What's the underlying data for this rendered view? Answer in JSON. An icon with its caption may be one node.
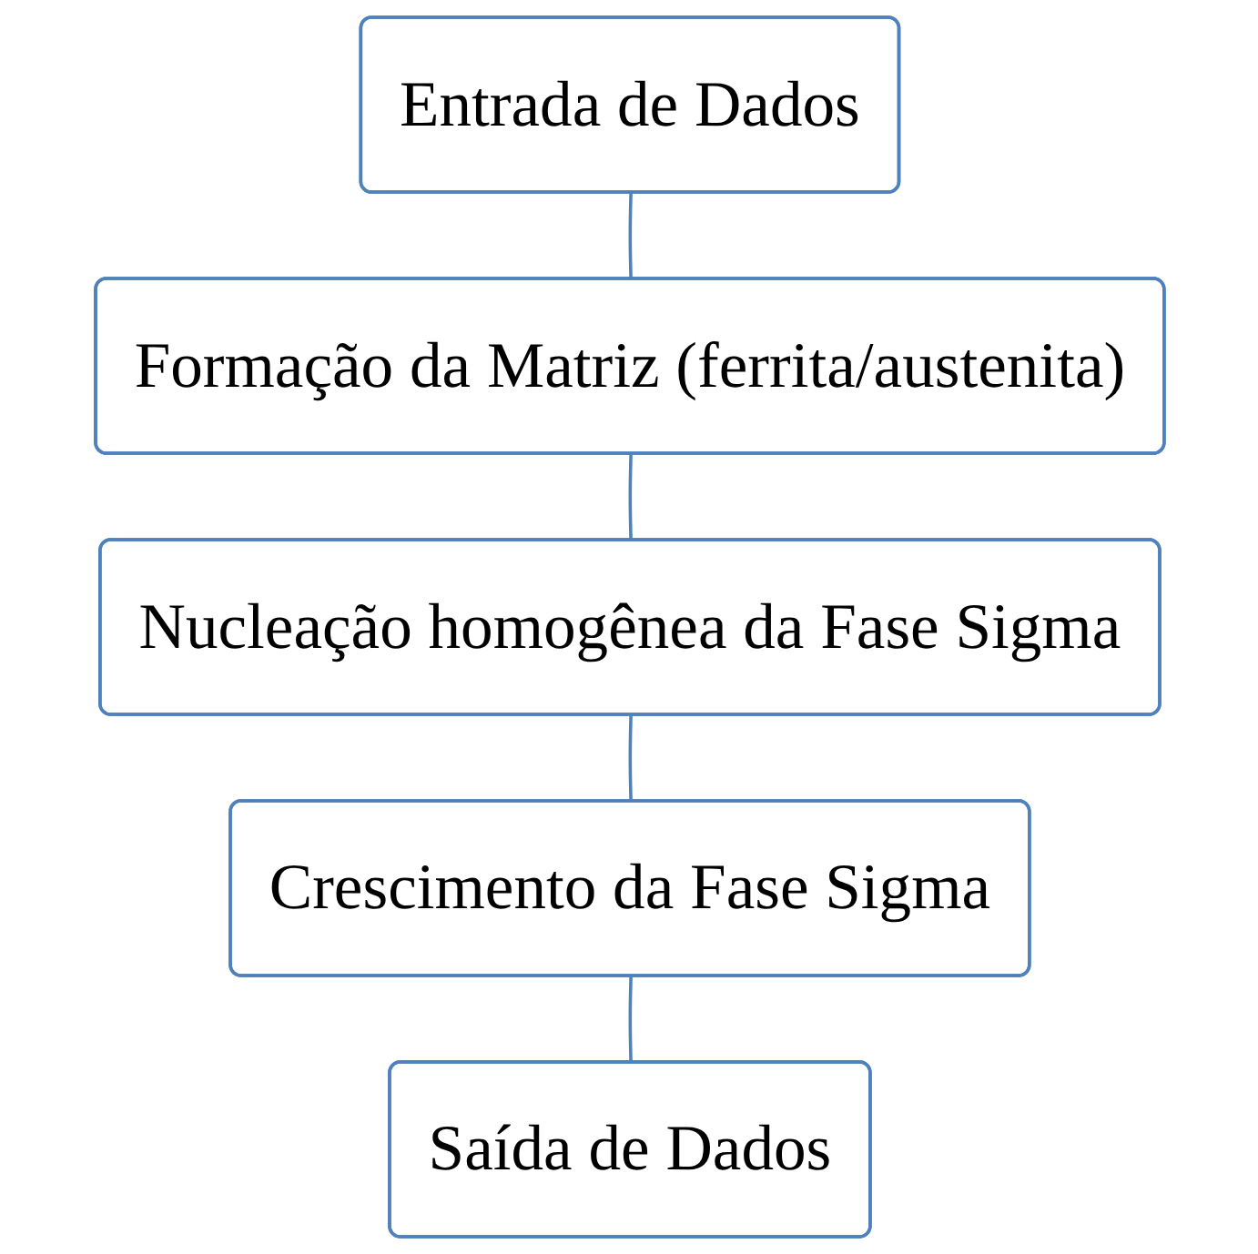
{
  "diagram": {
    "nodes": [
      {
        "text": [
          "Entrada de Dados"
        ]
      },
      {
        "text": [
          "Formação da Matriz (ferrita/austenita)"
        ]
      },
      {
        "text": [
          "Nucleação homogênea da Fase Sigma"
        ]
      },
      {
        "text": [
          "Crescimento da Fase Sigma"
        ]
      },
      {
        "text": [
          "Saída de Dados"
        ]
      }
    ],
    "edges": [
      {
        "from": 0,
        "to": 1,
        "arrow": "none"
      },
      {
        "from": 1,
        "to": 2,
        "arrow": "none"
      },
      {
        "from": 2,
        "to": 3,
        "arrow": "none"
      },
      {
        "from": 3,
        "to": 4,
        "arrow": "none"
      }
    ]
  }
}
